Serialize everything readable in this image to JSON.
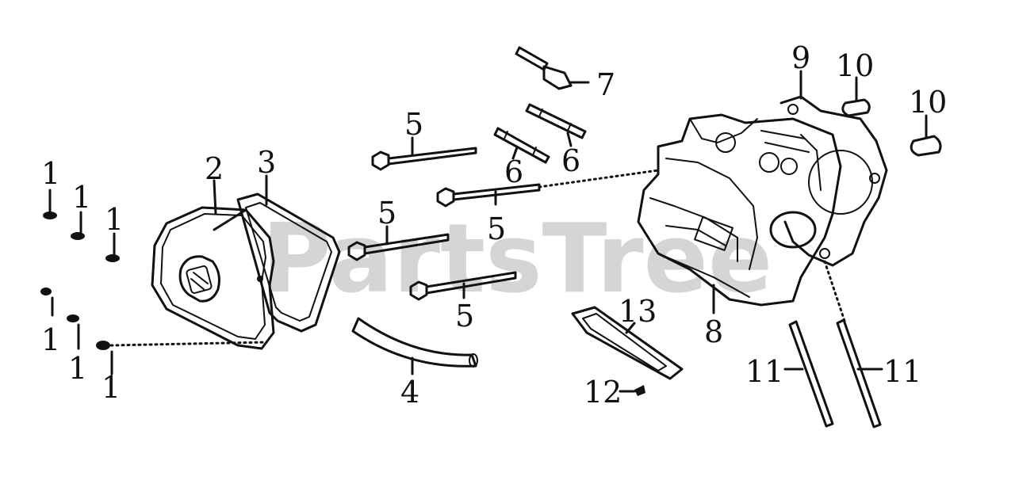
{
  "watermark": "PartsTree",
  "callouts": {
    "c1a": "1",
    "c1b": "1",
    "c1c": "1",
    "c1d": "1",
    "c1e": "1",
    "c1f": "1",
    "c2": "2",
    "c3": "3",
    "c4": "4",
    "c5a": "5",
    "c5b": "5",
    "c5c": "5",
    "c5d": "5",
    "c6a": "6",
    "c6b": "6",
    "c7": "7",
    "c8": "8",
    "c9": "9",
    "c10a": "10",
    "c10b": "10",
    "c11a": "11",
    "c11b": "11",
    "c12": "12",
    "c13": "13"
  }
}
